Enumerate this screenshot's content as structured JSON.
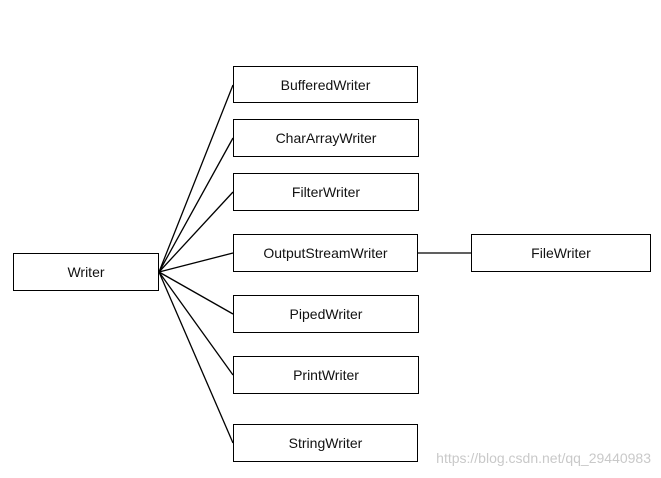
{
  "diagram": {
    "root": {
      "label": "Writer"
    },
    "children": [
      {
        "label": "BufferedWriter"
      },
      {
        "label": "CharArrayWriter"
      },
      {
        "label": "FilterWriter"
      },
      {
        "label": "OutputStreamWriter"
      },
      {
        "label": "PipedWriter"
      },
      {
        "label": "PrintWriter"
      },
      {
        "label": "StringWriter"
      }
    ],
    "grandchild": {
      "label": "FileWriter",
      "parent": "OutputStreamWriter"
    }
  },
  "watermark": "https://blog.csdn.net/qq_29440983",
  "colors": {
    "line": "#000000",
    "box_border": "#000000",
    "background": "#ffffff",
    "watermark": "#c9c9c9"
  }
}
